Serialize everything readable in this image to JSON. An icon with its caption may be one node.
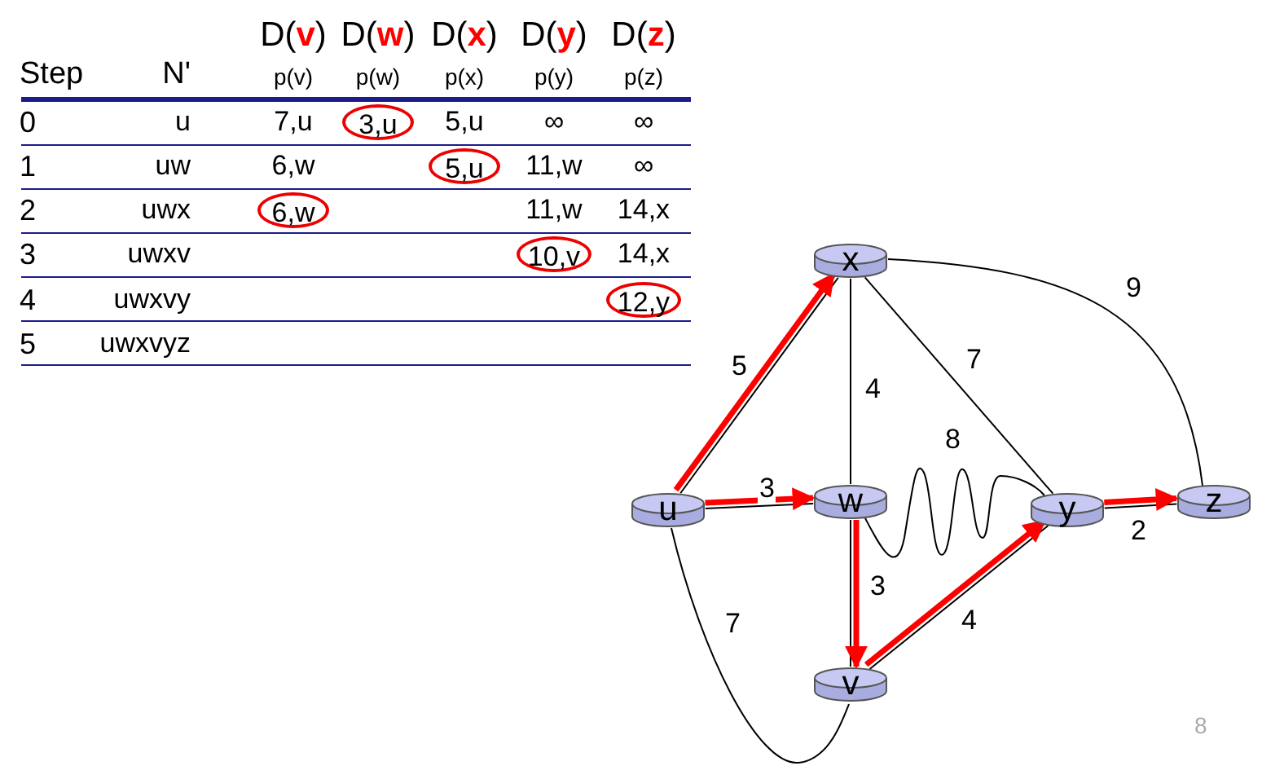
{
  "diagram": {
    "nodes": [
      {
        "text": [
          "3,u"
        ]
      },
      {
        "text": [
          "5,u"
        ]
      },
      {
        "text": [
          "6,w"
        ]
      },
      {
        "text": [
          "10,v"
        ]
      },
      {
        "text": [
          "12,y"
        ]
      },
      {
        "text": [
          "u"
        ]
      },
      {
        "text": [
          "x"
        ]
      },
      {
        "text": [
          "w"
        ]
      },
      {
        "text": [
          "y"
        ]
      },
      {
        "text": [
          "z"
        ]
      },
      {
        "text": [
          "v"
        ]
      }
    ],
    "edges": [
      {
        "from": 5,
        "to": 6,
        "arrow": "none",
        "label": "5"
      },
      {
        "from": 5,
        "to": 7,
        "arrow": "none",
        "label": "3"
      },
      {
        "from": 5,
        "to": 10,
        "arrow": "none",
        "label": "7"
      },
      {
        "from": 7,
        "to": 6,
        "arrow": "none",
        "label": "4"
      },
      {
        "from": 6,
        "to": 8,
        "arrow": "none",
        "label": "7"
      },
      {
        "from": 6,
        "to": 9,
        "arrow": "none",
        "label": "9"
      },
      {
        "from": 7,
        "to": 8,
        "arrow": "none",
        "label": "8"
      },
      {
        "from": 7,
        "to": 10,
        "arrow": "none",
        "label": "3"
      },
      {
        "from": 10,
        "to": 8,
        "arrow": "none",
        "label": "4"
      },
      {
        "from": 8,
        "to": 9,
        "arrow": "none",
        "label": "2"
      },
      {
        "from": 5,
        "to": 6,
        "arrow": "to",
        "style": "thick",
        "color": "#ff0000"
      },
      {
        "from": 5,
        "to": 7,
        "arrow": "to",
        "style": "thick",
        "color": "#ff0000"
      },
      {
        "from": 7,
        "to": 10,
        "arrow": "to",
        "style": "thick",
        "color": "#ff0000"
      },
      {
        "from": 10,
        "to": 8,
        "arrow": "to",
        "style": "thick",
        "color": "#ff0000"
      },
      {
        "from": 8,
        "to": 9,
        "arrow": "to",
        "style": "thick",
        "color": "#ff0000"
      }
    ],
    "labels": [
      "D(**v**)",
      "D(**w**)",
      "D(**x**)",
      "D(**y**)",
      "D(**z**)",
      "Step",
      "N'",
      "p(v)",
      "p(w)",
      "p(x)",
      "p(y)",
      "p(z)",
      "0",
      "u",
      "7,u",
      "5,u",
      "∞",
      "∞",
      "1",
      "uw",
      "6,w",
      "11,w",
      "∞",
      "2",
      "uwx",
      "11,w",
      "14,x",
      "3",
      "uwxv",
      "14,x",
      "4",
      "uwxvy",
      "5",
      "uwxvyz",
      "8"
    ]
  }
}
